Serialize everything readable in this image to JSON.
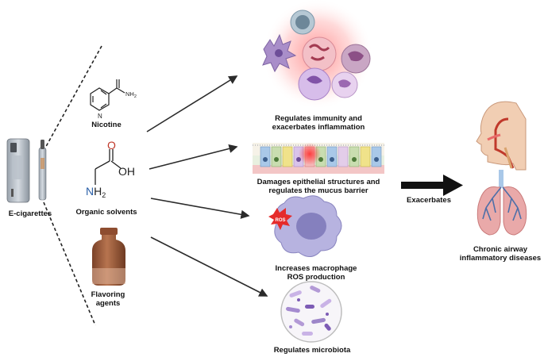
{
  "sources": {
    "ecig": "E-cigarettes",
    "nicotine": "Nicotine",
    "solvents": "Organic solvents",
    "flavoring_line1": "Flavoring",
    "flavoring_line2": "agents"
  },
  "molecule": {
    "nicotine_nh2": "NH",
    "nicotine_nh2_sub": "2",
    "acid_o": "O",
    "acid_oh": "OH",
    "amine_n": "N",
    "amine_h": "H",
    "amine_sub": "2"
  },
  "effects": {
    "immunity_line1": "Regulates immunity and",
    "immunity_line2": "exacerbates inflammation",
    "epithelial_line1": "Damages epithelial structures and",
    "epithelial_line2": "regulates the mucus barrier",
    "ros_badge": "ROS",
    "macrophage_line1": "Increases macrophage",
    "macrophage_line2": "ROS production",
    "microbiota": "Regulates microbiota"
  },
  "outcome": {
    "arrow_label": "Exacerbates",
    "disease_line1": "Chronic airway",
    "disease_line2": "inflammatory diseases"
  },
  "colors": {
    "amine_blue": "#2a5fa8",
    "acid_red": "#c0392b",
    "inflammation_red": "#e8413a",
    "bottle_brown": "#9a5b3c"
  }
}
